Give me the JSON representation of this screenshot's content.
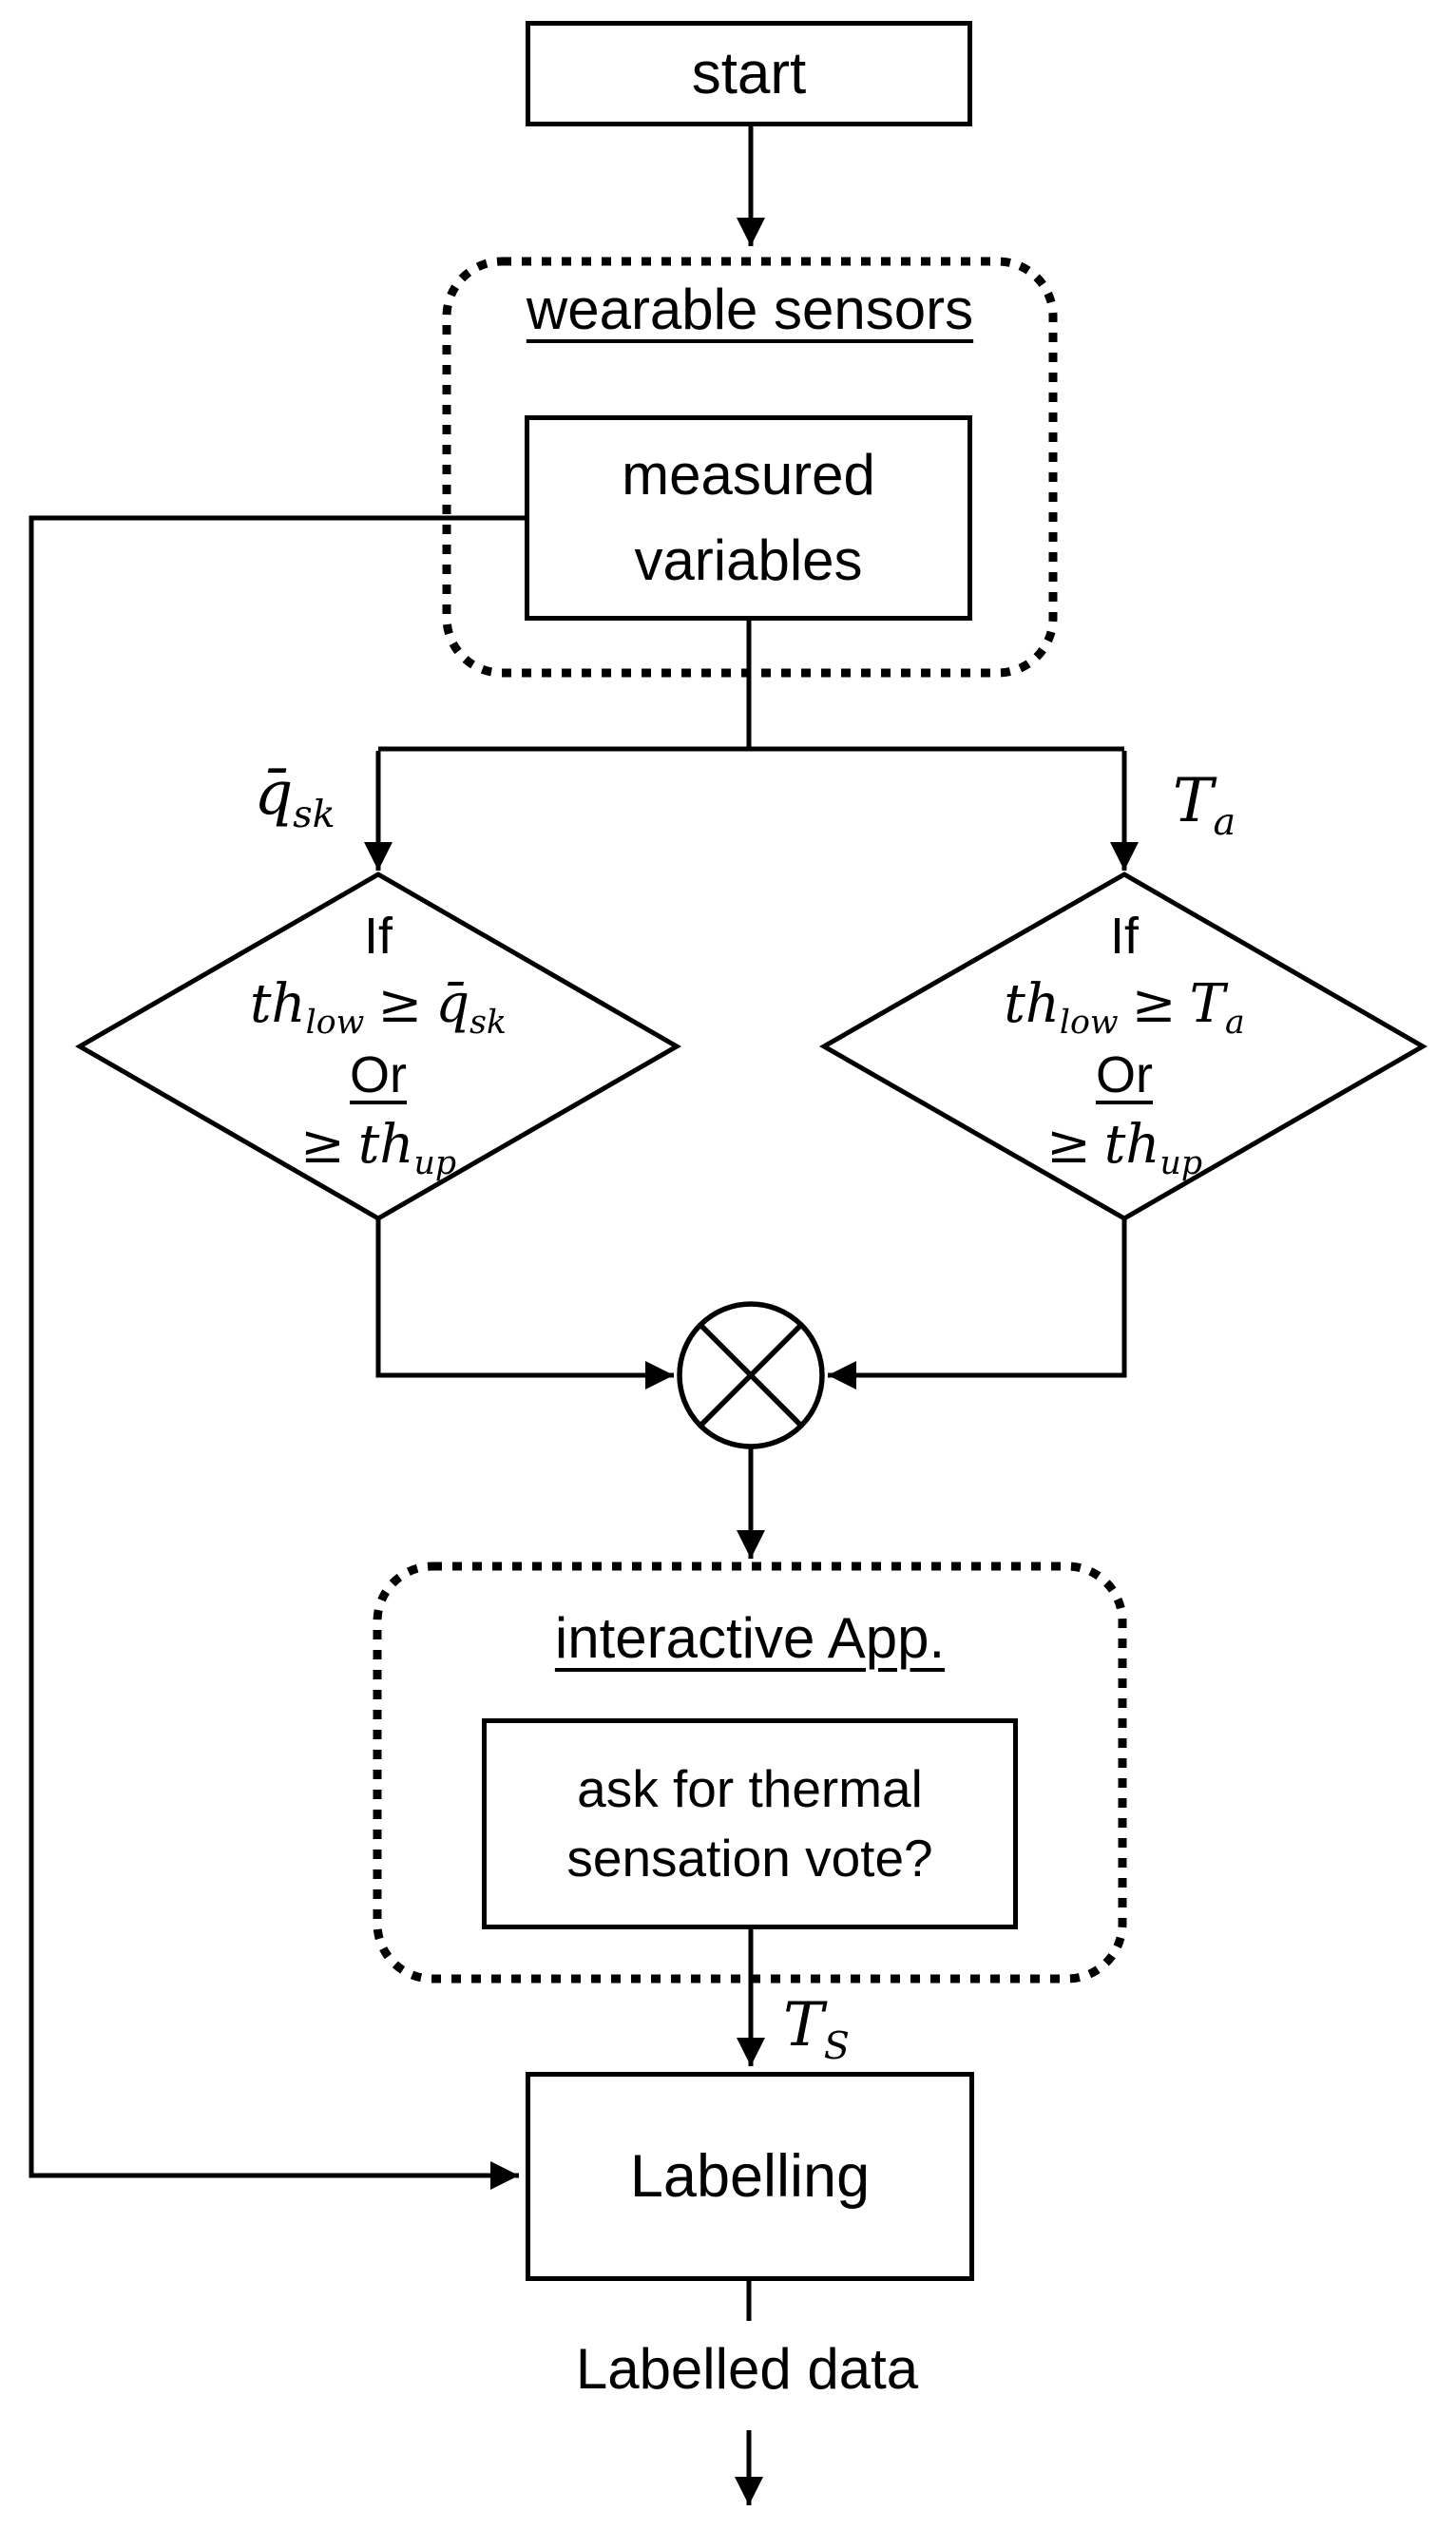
{
  "colors": {
    "ink": "#000000",
    "background": "#ffffff"
  },
  "nodes": {
    "start": {
      "label": "start"
    },
    "wearable_container": {
      "title": "wearable sensors"
    },
    "measured_box": {
      "line1": "measured",
      "line2": "variables"
    },
    "qsk_label": {
      "base": "q̄",
      "sub": "sk"
    },
    "ta_label": {
      "base": "T",
      "sub": "a"
    },
    "left_diamond": {
      "if": "If",
      "cond_t1": "th",
      "cond_s1": "low",
      "cond_op": "≥",
      "cond_t2": "q̄",
      "cond_s2": "sk",
      "or": "Or",
      "cond2_op": "≥",
      "cond2_t": "th",
      "cond2_s": "up"
    },
    "right_diamond": {
      "if": "If",
      "cond_t1": "th",
      "cond_s1": "low",
      "cond_op": "≥",
      "cond_t2": "T",
      "cond_s2": "a",
      "or": "Or",
      "cond2_op": "≥",
      "cond2_t": "th",
      "cond2_s": "up"
    },
    "interactive_container": {
      "title": "interactive App."
    },
    "ask_box": {
      "line1": "ask for thermal",
      "line2": "sensation vote?"
    },
    "ts_label": {
      "base": "T",
      "sub": "S"
    },
    "labelling_box": {
      "label": "Labelling"
    },
    "labelled_data": {
      "label": "Labelled data"
    }
  }
}
